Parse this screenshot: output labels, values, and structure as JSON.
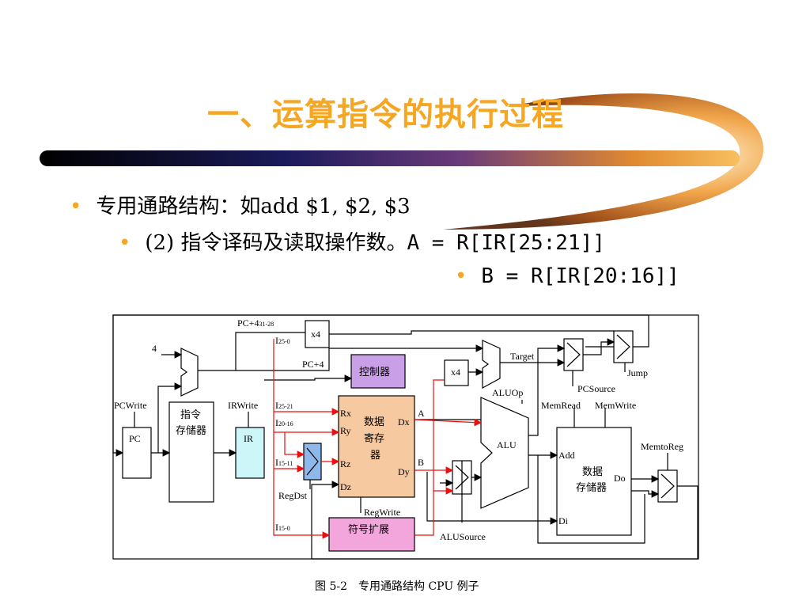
{
  "slide": {
    "title": "一、运算指令的执行过程",
    "bullet1": "专用通路结构：如add $1, $2, $3",
    "bullet2_prefix": "(2) 指令译码及读取操作数。",
    "bullet2_code": "A = R[IR[25:21]]",
    "bullet3_code": "B = R[IR[20:16]]",
    "caption": "图 5-2　专用通路结构 CPU 例子"
  },
  "diagram": {
    "pc_plus4_hi": "PC+4",
    "pc_plus4_hi_sub": "31-28",
    "x4_top": "x4",
    "i25_0": "I",
    "i25_0_sub": "25-0",
    "four": "4",
    "pc_plus4": "PC+4",
    "controller": "控制器",
    "x4_mid": "x4",
    "target": "Target",
    "jump": "Jump",
    "pcsource": "PCSource",
    "aluop": "ALUOp",
    "pcwrite": "PCWrite",
    "irwrite": "IRWrite",
    "instr_mem_1": "指令",
    "instr_mem_2": "存储器",
    "pc": "PC",
    "ir": "IR",
    "i25_21_sub": "25-21",
    "i20_16_sub": "20-16",
    "i15_11_sub": "15-11",
    "i15_0_sub": "15-0",
    "rx": "Rx",
    "ry": "Ry",
    "rz": "Rz",
    "dz": "Dz",
    "dx": "Dx",
    "dy": "Dy",
    "regfile_1": "数据",
    "regfile_2": "寄存",
    "regfile_3": "器",
    "a": "A",
    "b": "B",
    "regdst": "RegDst",
    "regwrite": "RegWrite",
    "sign_ext": "符号扩展",
    "alusource": "ALUSource",
    "alu": "ALU",
    "memread": "MemRead",
    "memwrite": "MemWrite",
    "memtoreg": "MemtoReg",
    "add": "Add",
    "di": "Di",
    "do": "Do",
    "datamem_1": "数据",
    "datamem_2": "存储器"
  },
  "colors": {
    "title": "#f5a623",
    "bullet": "#f5a623",
    "controller_fill": "#c9a0e8",
    "regfile_fill": "#f7c9a0",
    "ir_fill": "#cdf6f9",
    "sign_ext_fill": "#f2a6dc",
    "regdst_mux_fill": "#8fb8ea",
    "red_wire": "#e81010"
  }
}
